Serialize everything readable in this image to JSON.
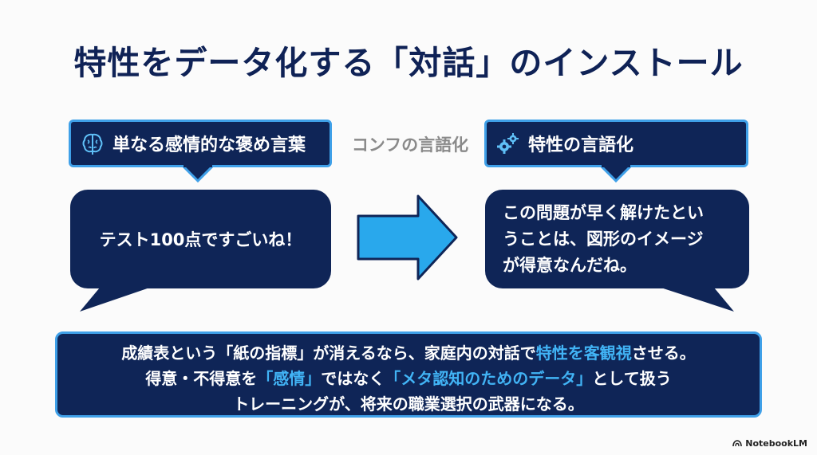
{
  "title": "特性をデータ化する「対話」のインストール",
  "left": {
    "label": "単なる感情的な褒め言葉",
    "label_icon": "brain-icon",
    "bubble_text": "テスト100点ですごいね！"
  },
  "middle_label": "コンフの言語化",
  "arrow_icon": "right-arrow-icon",
  "right": {
    "label": "特性の言語化",
    "label_icon": "gears-icon",
    "bubble_lines": [
      "この問題が早く解けたとい",
      "うことは、図形のイメージ",
      "が得意なんだね。"
    ]
  },
  "footer": {
    "line1_a": "成績表という「紙の指標」が消えるなら、家庭内の対話で",
    "line1_hl": "特性を客観視",
    "line1_b": "させる。",
    "line2_a": "得意・不得意を",
    "line2_hl1": "「感情」",
    "line2_b": "ではなく",
    "line2_hl2": "「メタ認知のためのデータ」",
    "line2_c": "として扱う",
    "line3": "トレーニングが、将来の職業選択の武器になる。"
  },
  "colors": {
    "navy": "#0f2557",
    "accent": "#3fa0e8",
    "highlight": "#41b3f5",
    "arrow": "#29a8ec"
  },
  "brand": "NotebookLM"
}
